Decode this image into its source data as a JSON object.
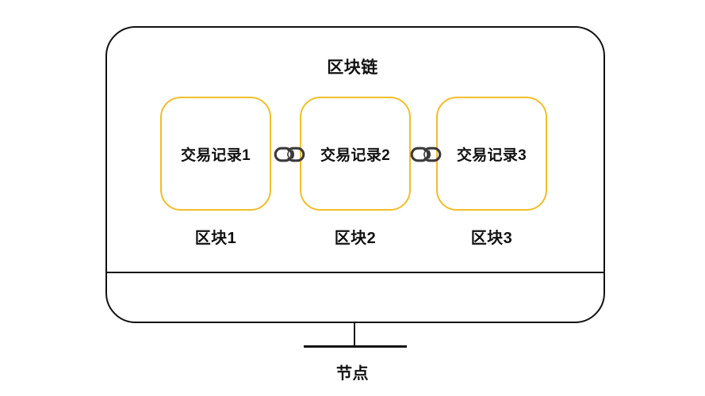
{
  "diagram": {
    "title": "区块链",
    "node_label": "节点",
    "background_color": "#ffffff",
    "frame_color": "#111111",
    "block_color": "#F0BE28"
  },
  "blocks": [
    {
      "transaction_label": "交易记录1",
      "block_label": "区块1"
    },
    {
      "transaction_label": "交易记录2",
      "block_label": "区块2"
    },
    {
      "transaction_label": "交易记录3",
      "block_label": "区块3"
    }
  ],
  "connectors": [
    {
      "icon": "chain-link-icon"
    },
    {
      "icon": "chain-link-icon"
    }
  ]
}
